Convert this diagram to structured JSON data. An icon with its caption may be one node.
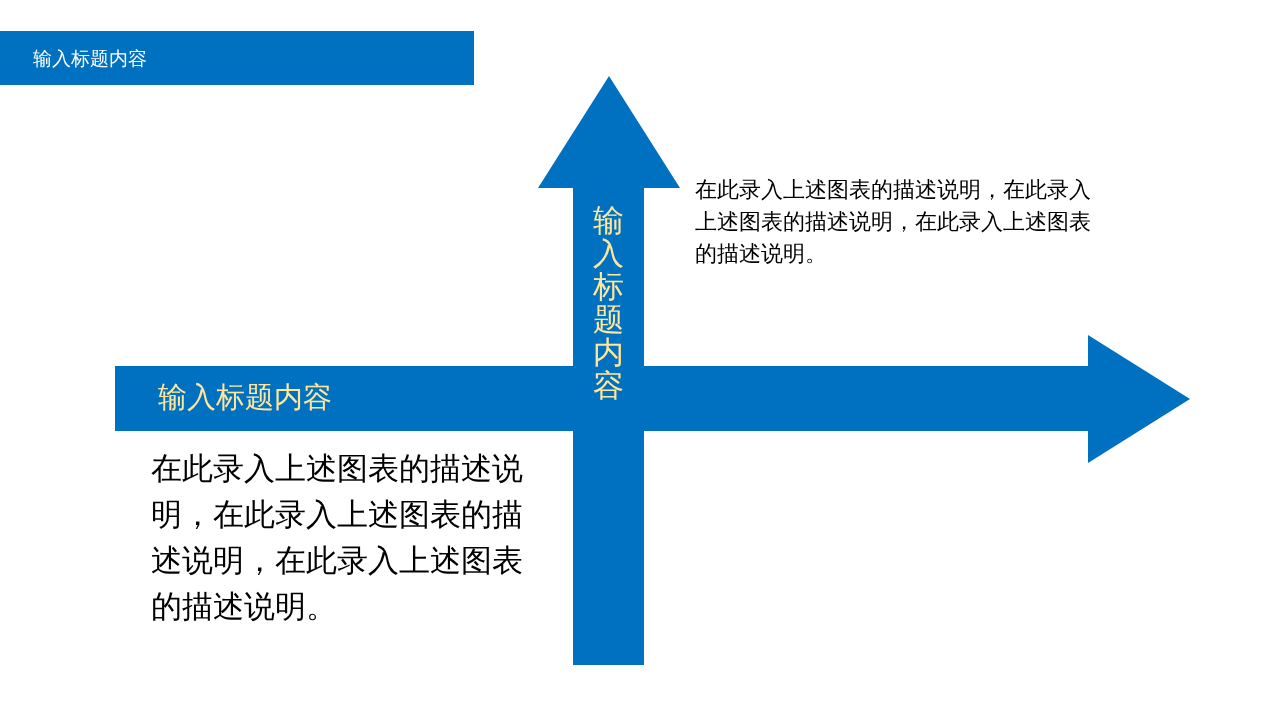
{
  "diagram": {
    "title": "输入标题内容",
    "nodes": [
      {
        "text": [
          "输入标题内容"
        ]
      },
      {
        "text": [
          "输入标题内容"
        ]
      }
    ],
    "edges": [],
    "labels": [
      "在此录入上述图表的描述说明，在此录入上述图表的描述说明，在此录入上述图表的描述说明。",
      "在此录入上述图表的描述说明，在此录入上述图表的描述说明，在此录入上述图表的描述说明。"
    ]
  }
}
